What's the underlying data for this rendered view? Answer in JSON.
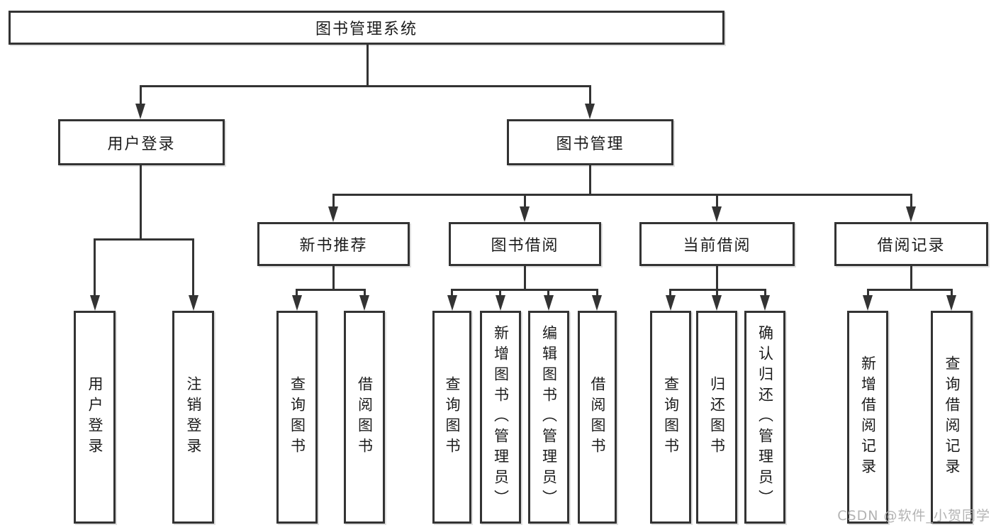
{
  "colors": {
    "line": "#333333",
    "text": "#1c1c1c",
    "background": "#ffffff",
    "watermark": "#b3b3b3"
  },
  "watermark": {
    "text": "CSDN @软件_小贺同学"
  },
  "tree": {
    "root": {
      "label": "图书管理系统",
      "children": [
        {
          "label": "用户登录",
          "children": [
            {
              "label": "用户登录"
            },
            {
              "label": "注销登录"
            }
          ]
        },
        {
          "label": "图书管理",
          "children": [
            {
              "label": "新书推荐",
              "children": [
                {
                  "label": "查询图书"
                },
                {
                  "label": "借阅图书"
                }
              ]
            },
            {
              "label": "图书借阅",
              "children": [
                {
                  "label": "查询图书"
                },
                {
                  "label": "新增图书（管理员）"
                },
                {
                  "label": "编辑图书（管理员）"
                },
                {
                  "label": "借阅图书"
                }
              ]
            },
            {
              "label": "当前借阅",
              "children": [
                {
                  "label": "查询图书"
                },
                {
                  "label": "归还图书"
                },
                {
                  "label": "确认归还（管理员）"
                }
              ]
            },
            {
              "label": "借阅记录",
              "children": [
                {
                  "label": "新增借阅记录"
                },
                {
                  "label": "查询借阅记录"
                }
              ]
            }
          ]
        }
      ]
    }
  }
}
